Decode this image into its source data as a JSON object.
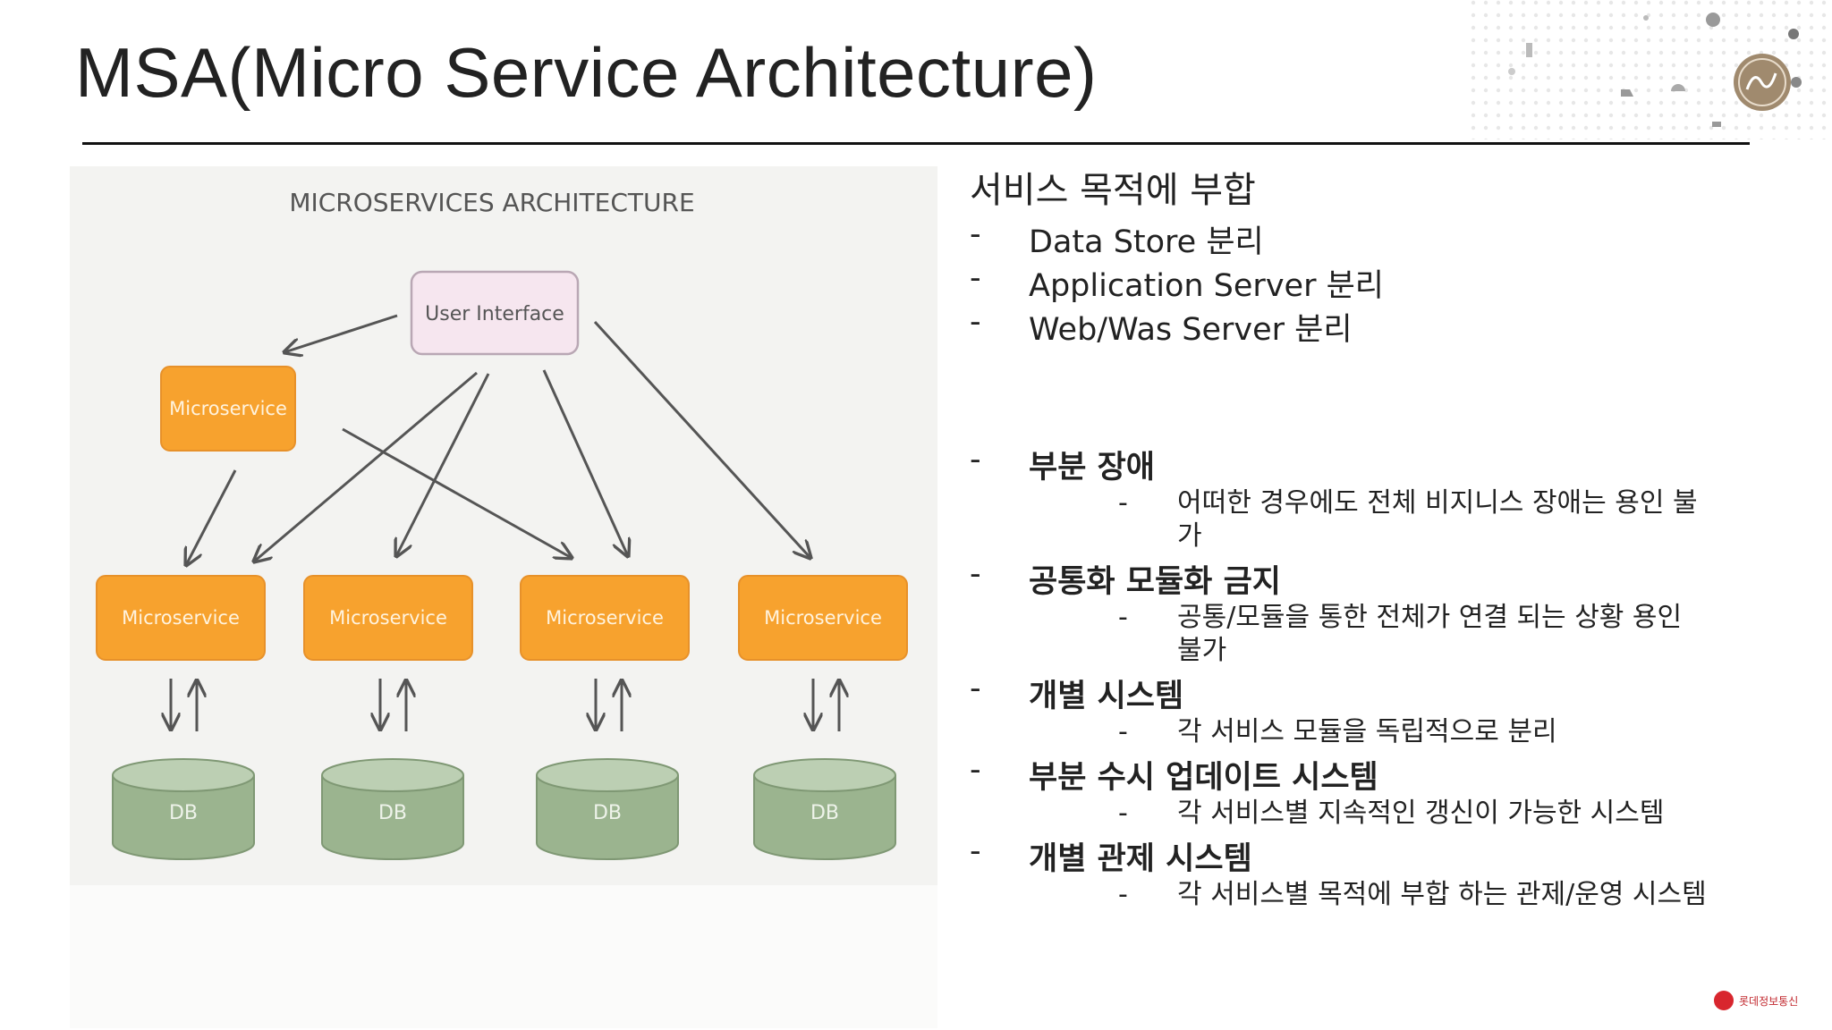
{
  "slide": {
    "title": "MSA(Micro Service Architecture)"
  },
  "diagram": {
    "heading": "MICROSERVICES ARCHITECTURE",
    "ui_label": "User Interface",
    "service_label": "Microservice",
    "db_label": "DB",
    "colors": {
      "service": "#f7a22e",
      "ui": "#f6e6ef",
      "db": "#9bb48f",
      "arrow": "#555555"
    }
  },
  "content": {
    "heading": "서비스 목적에 부합",
    "dash": "-",
    "items": [
      {
        "label": "Data Store 분리"
      },
      {
        "label": "Application Server 분리"
      },
      {
        "label": "Web/Was Server 분리"
      },
      {
        "label": "부분 장애",
        "sub": "어떠한 경우에도  전체 비지니스 장애는 용인 불가"
      },
      {
        "label": "공통화 모듈화 금지",
        "sub": "공통/모듈을 통한 전체가 연결 되는 상황 용인 불가"
      },
      {
        "label": "개별 시스템",
        "sub": "각 서비스 모듈을 독립적으로 분리"
      },
      {
        "label": "부분 수시 업데이트 시스템",
        "sub": "각 서비스별 지속적인 갱신이 가능한 시스템"
      },
      {
        "label": "개별 관제 시스템",
        "sub": "각 서비스별 목적에 부합 하는 관제/운영 시스템"
      }
    ]
  },
  "footer": {
    "logo_text": "롯데정보통신"
  }
}
